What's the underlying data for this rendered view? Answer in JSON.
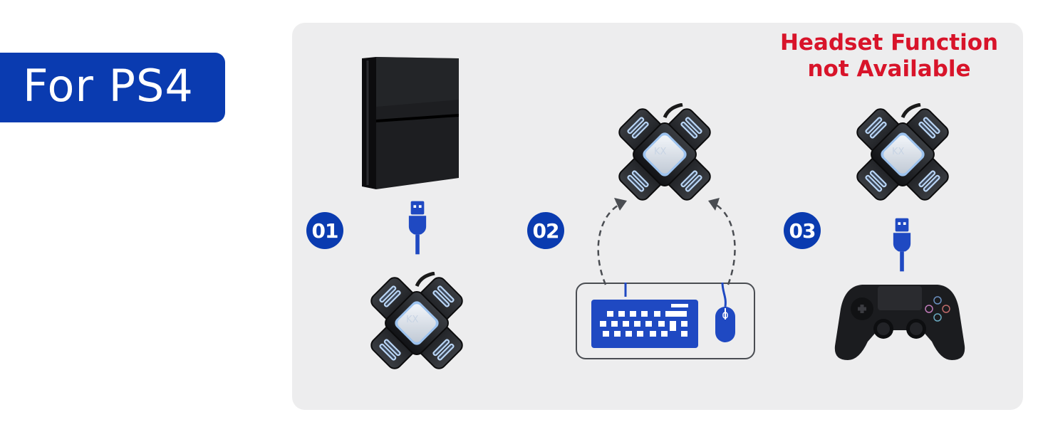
{
  "badge": {
    "label": "For PS4"
  },
  "notice": {
    "line1": "Headset Function",
    "line2": "not Available"
  },
  "steps": [
    {
      "number": "01"
    },
    {
      "number": "02"
    },
    {
      "number": "03"
    }
  ],
  "converter": {
    "logo": "KX"
  },
  "icons": {
    "console": "ps4-console-icon",
    "converter": "kx-converter-icon",
    "usb": "usb-plug-icon",
    "keyboard": "keyboard-icon",
    "mouse": "mouse-icon",
    "controller": "gamepad-icon"
  },
  "colors": {
    "brand_blue": "#0a3bb0",
    "warning_red": "#d8142a",
    "panel_bg": "#ededee"
  }
}
